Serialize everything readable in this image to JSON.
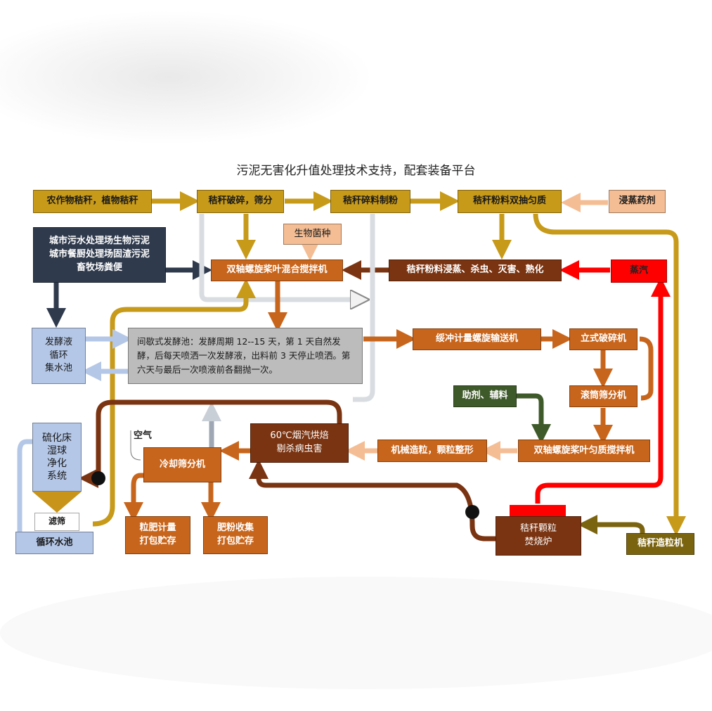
{
  "title": "污泥无害化升值处理技术支持，配套装备平台",
  "boxes": {
    "crop_straw": "农作物秸秆，植物秸秆",
    "crush_sieve": "秸秆破碎，筛分",
    "milling": "秸秆碎料制粉",
    "double_mix": "秸秆粉料双抽匀质",
    "steam_agent": "浸蒸药剂",
    "sludge_sources": "城市污水处理场生物污泥\n城市餐厨处理场固渣污泥\n畜牧场粪便",
    "bio_strain": "生物菌种",
    "mixer": "双轴螺旋桨叶混合搅拌机",
    "steam_treat": "秸秆粉料浸蒸、杀虫、灭害、熟化",
    "steam": "蒸汽",
    "ferment_liquid": "发酵液\n循环\n集水池",
    "ferment_pool": "间歇式发酵池：发酵周期 12--15 天，第 1 天自然发酵，后每天喷洒一次发酵液，出料前 3 天停止喷洒。第六天与最后一次喷液前各翻抛一次。",
    "buffer_conveyor": "绥冲计量螺旋输送机",
    "vertical_crusher": "立式破碎机",
    "additives": "助剂、辅料",
    "drum_sieve": "滚筒筛分机",
    "desulfurizer": "硫化床\n湿球\n净化\n系统",
    "air": "空气",
    "dryer": "60℃烟汽烘焙\n剔杀病虫害",
    "granulator": "机械造粒，颗粒整形",
    "homogenizer": "双轴螺旋桨叶匀质搅拌机",
    "cooling_sieve": "冷却筛分机",
    "filter": "滤筛",
    "water_pool": "循环水池",
    "pellet_pack": "粒肥计量\n打包贮存",
    "powder_pack": "肥粉收集\n打包贮存",
    "incinerator": "秸秆颗粒\n焚烧炉",
    "straw_pelletizer": "秸秆造粒机"
  },
  "colors": {
    "olive": "#c79a1a",
    "orange": "#c8651c",
    "brown": "#7a3412",
    "peach": "#f4bd94",
    "navy": "#2f3a4d",
    "light_blue": "#b4c7e7",
    "gray": "#bcbcbc",
    "red": "#ff0000",
    "green": "#3f5a2a",
    "dark_olive": "#7b6410"
  }
}
